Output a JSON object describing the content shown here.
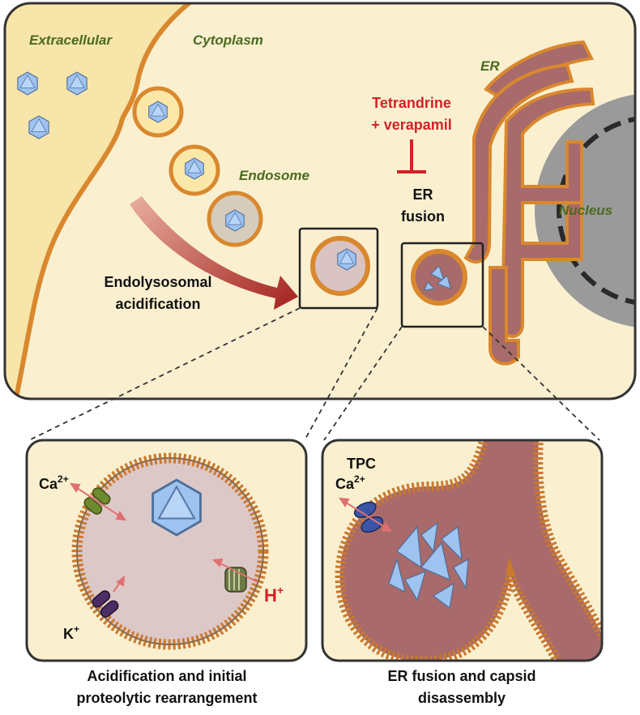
{
  "labels": {
    "extracellular": "Extracellular",
    "cytoplasm": "Cytoplasm",
    "endosome": "Endosome",
    "er": "ER",
    "nucleus": "Nucleus",
    "drug_line1": "Tetrandrine",
    "drug_line2": "+ verapamil",
    "er_fusion_line1": "ER",
    "er_fusion_line2": "fusion",
    "acid_line1": "Endolysosomal",
    "acid_line2": "acidification"
  },
  "left_panel": {
    "ca": "Ca",
    "ca_sup": "2+",
    "k": "K",
    "k_sup": "+",
    "h": "H",
    "h_sup": "+",
    "caption_line1": "Acidification and initial",
    "caption_line2": "proteolytic rearrangement"
  },
  "right_panel": {
    "tpc": "TPC",
    "ca": "Ca",
    "ca_sup": "2+",
    "caption_line1": "ER fusion and capsid",
    "caption_line2": "disassembly"
  },
  "colors": {
    "cytoplasm": "#faf0d0",
    "extracellular": "#f7e5a9",
    "membrane": "#d9882e",
    "er": "#a86a6a",
    "nucleus": "#9a9a9a",
    "capsid": "#9ec3f0",
    "inhibitor": "#d42027",
    "arrow": "#b5352e"
  }
}
